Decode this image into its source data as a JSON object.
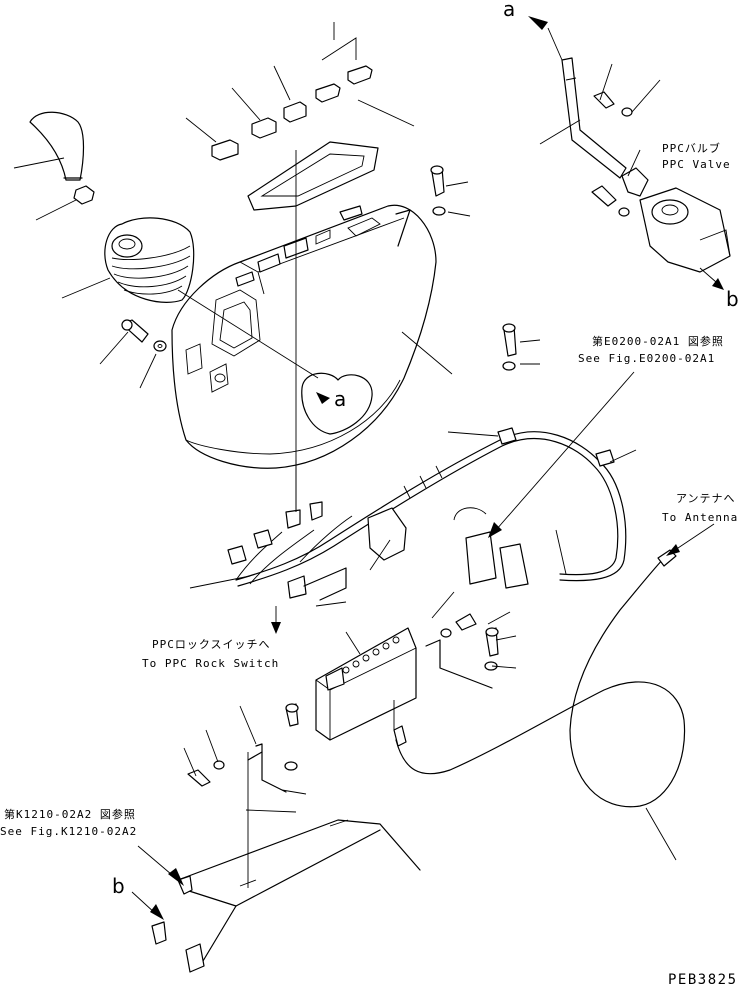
{
  "refs": {
    "a_top": "a",
    "a_center": "a",
    "b_right": "b",
    "b_left": "b"
  },
  "notes": {
    "ppc_valve_jp": "PPCバルブ",
    "ppc_valve_en": "PPC Valve",
    "fig_e0200_jp": "第E0200-02A1 図参照",
    "fig_e0200_en": "See Fig.E0200-02A1",
    "antenna_jp": "アンテナへ",
    "antenna_en": "To Antenna",
    "ppc_lock_jp": "PPCロックスイッチへ",
    "ppc_lock_en": "To PPC Rock Switch",
    "fig_k1210_jp": "第K1210-02A2 図参照",
    "fig_k1210_en": "See Fig.K1210-02A2"
  },
  "drawing_code": "PEB3825"
}
